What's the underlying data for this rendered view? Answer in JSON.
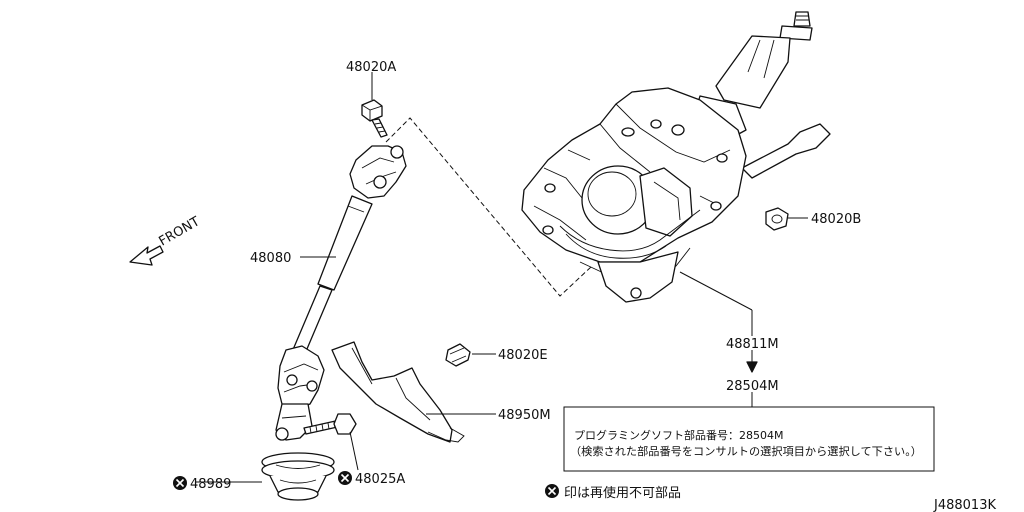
{
  "labels": {
    "p48020A": "48020A",
    "p48020B": "48020B",
    "p48080": "48080",
    "p48020E": "48020E",
    "p48950M": "48950M",
    "p48811M": "48811M",
    "p28504M": "28504M",
    "p48989": "48989",
    "p48025A": "48025A",
    "front": "FRONT"
  },
  "note": {
    "line1": "プログラミングソフト部品番号：28504M",
    "line2": "（検索された部品番号をコンサルトの選択項目から選択して下さい。）"
  },
  "legend": {
    "text": "印は再使用不可部品"
  },
  "diagram_code": "J488013K",
  "icons": {
    "non_reusable": "x-circle-icon"
  },
  "colors": {
    "ink": "#111111",
    "background": "#ffffff"
  }
}
